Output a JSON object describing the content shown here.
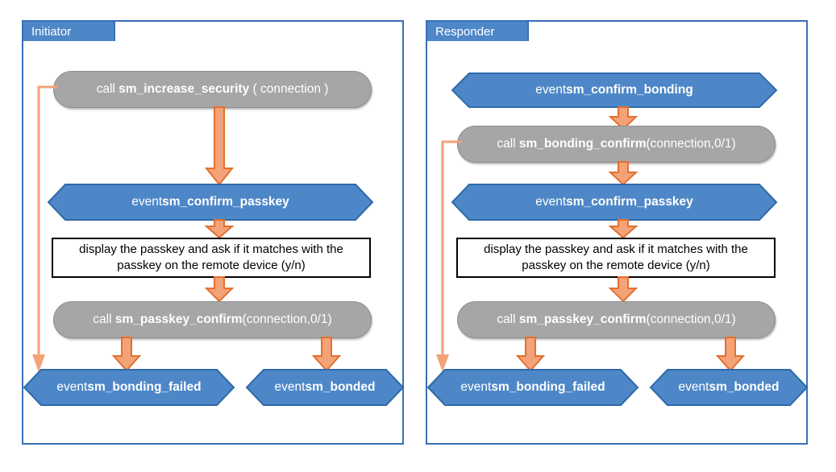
{
  "theme": {
    "panel_border": "#3a6fb5",
    "tab_fill": "#4e87c7",
    "hex_fill": "#4e87c7",
    "hex_stroke": "#2e6aa8",
    "proc_fill": "#a6a6a6",
    "proc_stroke": "#8f8f8f",
    "arrow_fill": "#f4a278",
    "arrow_stroke": "#e2702f",
    "text_light": "#ffffff",
    "text_dark": "#000000"
  },
  "panels": [
    {
      "id": "initiator",
      "tab_label": "Initiator",
      "nodes": {
        "call_increase_security": {
          "pre": "call ",
          "bold": "sm_increase_security",
          "post": " ( connection )"
        },
        "event_confirm_passkey": {
          "pre": "event ",
          "bold": "sm_confirm_passkey",
          "post": ""
        },
        "display_prompt": {
          "line1": "display the passkey and ask if it matches with the",
          "line2": "passkey on the remote device (y/n)"
        },
        "call_passkey_confirm": {
          "pre": "call ",
          "bold": "sm_passkey_confirm",
          "post": "(connection,0/1)"
        },
        "event_bonding_failed": {
          "pre": "event ",
          "bold": "sm_bonding_failed",
          "post": ""
        },
        "event_bonded": {
          "pre": "event ",
          "bold": "sm_bonded",
          "post": ""
        }
      }
    },
    {
      "id": "responder",
      "tab_label": "Responder",
      "nodes": {
        "event_confirm_bonding": {
          "pre": "event ",
          "bold": "sm_confirm_bonding",
          "post": ""
        },
        "call_bonding_confirm": {
          "pre": "call ",
          "bold": "sm_bonding_confirm",
          "post": "(connection,0/1)"
        },
        "event_confirm_passkey": {
          "pre": "event ",
          "bold": "sm_confirm_passkey",
          "post": ""
        },
        "display_prompt": {
          "line1": "display the passkey and ask if it matches with the",
          "line2": "passkey on the remote device (y/n)"
        },
        "call_passkey_confirm": {
          "pre": "call ",
          "bold": "sm_passkey_confirm",
          "post": "(connection,0/1)"
        },
        "event_bonding_failed": {
          "pre": "event ",
          "bold": "sm_bonding_failed",
          "post": ""
        },
        "event_bonded": {
          "pre": "event ",
          "bold": "sm_bonded",
          "post": ""
        }
      }
    }
  ]
}
